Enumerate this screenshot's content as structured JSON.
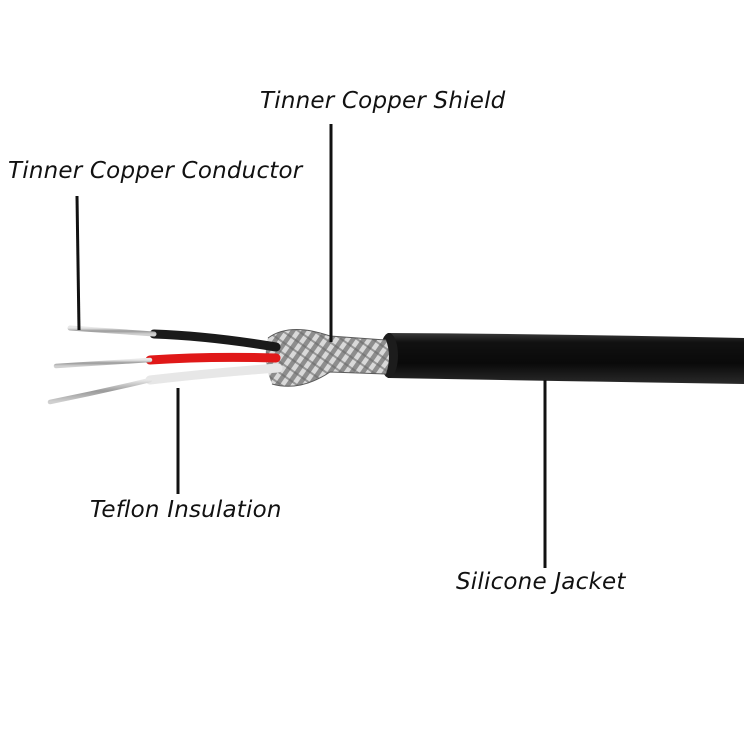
{
  "labels": {
    "conductor": "Tinner Copper Conductor",
    "shield": "Tinner Copper Shield",
    "insulation": "Teflon Insulation",
    "jacket": "Silicone Jacket"
  },
  "colors": {
    "jacket": "#111111",
    "wire_black": "#1a1a1a",
    "wire_red": "#e01818",
    "wire_white": "#f2f2f2",
    "copper_strand": "#c8c8c8",
    "leader_line": "#111111"
  }
}
